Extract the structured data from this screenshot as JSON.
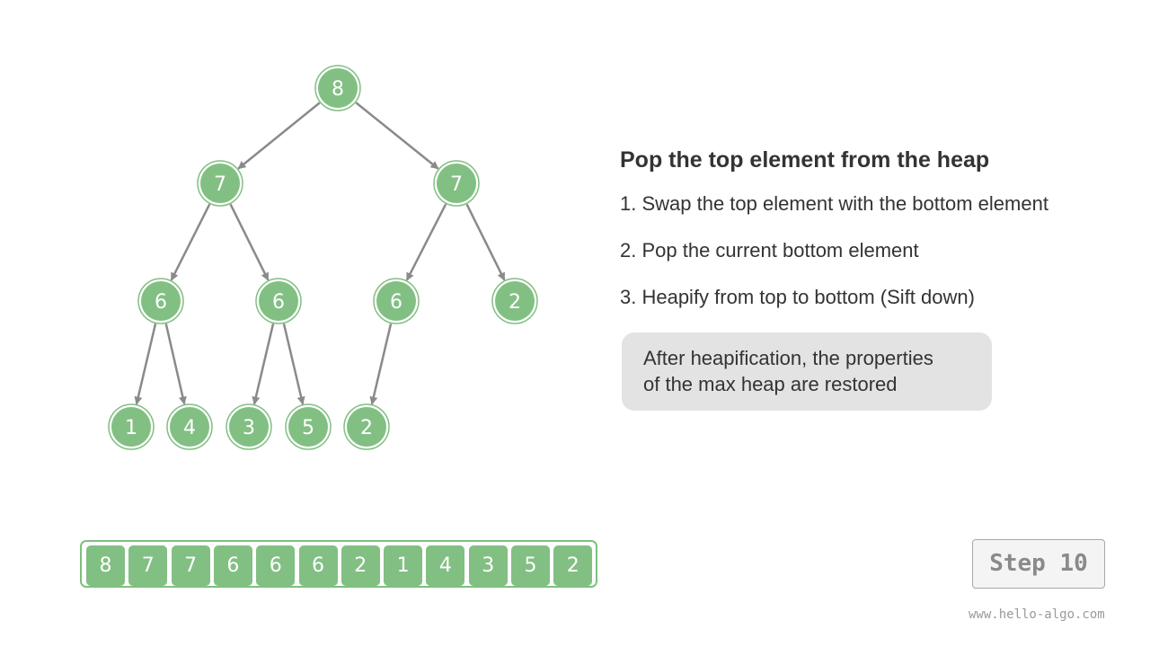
{
  "heap": {
    "nodes": [
      8,
      7,
      7,
      6,
      6,
      6,
      2,
      1,
      4,
      3,
      5,
      2
    ]
  },
  "array": {
    "values": [
      8,
      7,
      7,
      6,
      6,
      6,
      2,
      1,
      4,
      3,
      5,
      2
    ]
  },
  "panel": {
    "title": "Pop the top element from the heap",
    "steps": [
      "1. Swap the top element with the bottom element",
      "2. Pop the current bottom element",
      "3. Heapify from top to bottom (Sift down)"
    ],
    "note_lines": [
      "After heapification, the properties",
      "of the max heap are restored"
    ]
  },
  "step_label": "Step 10",
  "watermark": "www.hello-algo.com",
  "colors": {
    "node_fill": "#82bf83",
    "node_ring": "#82bf83",
    "edge": "#8a8a8a",
    "note_bg": "#e3e3e3"
  }
}
